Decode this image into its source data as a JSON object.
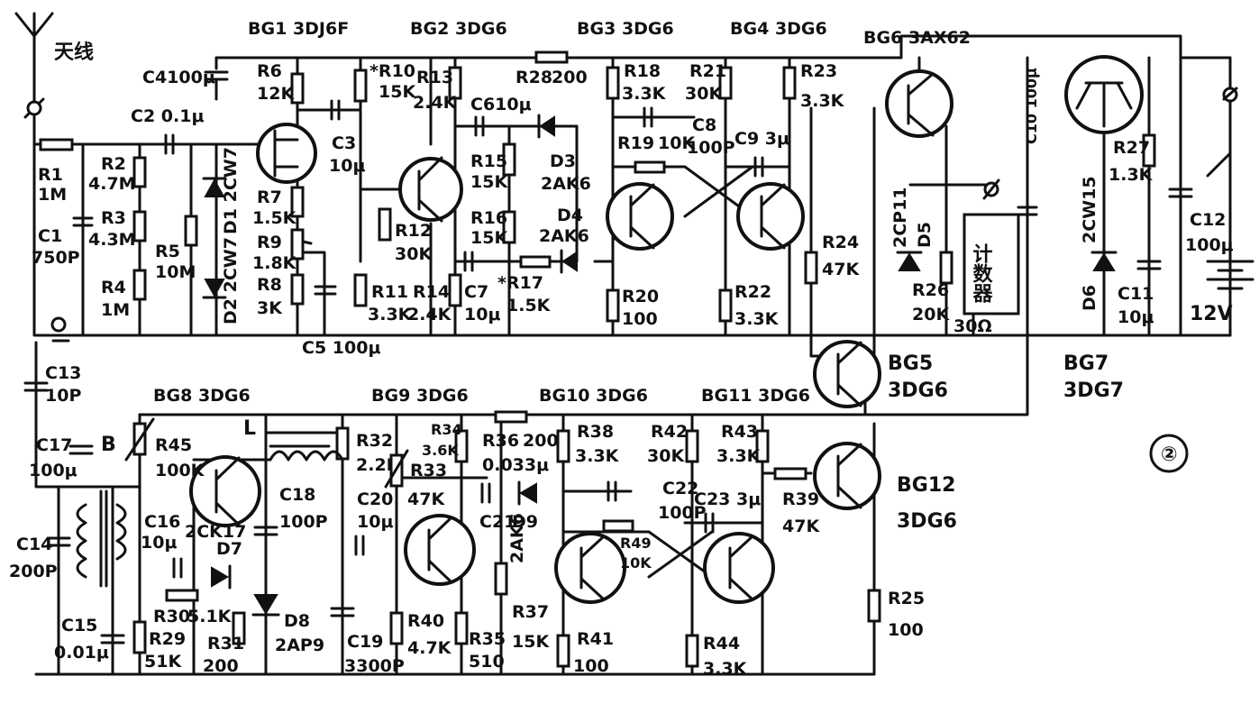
{
  "antenna": {
    "label": "天线"
  },
  "figure": {
    "number": "②"
  },
  "transistors": {
    "bg1": {
      "name": "BG1",
      "type": "3DJ6F"
    },
    "bg2": {
      "name": "BG2",
      "type": "3DG6"
    },
    "bg3": {
      "name": "BG3",
      "type": "3DG6"
    },
    "bg4": {
      "name": "BG4",
      "type": "3DG6"
    },
    "bg5": {
      "name": "BG5",
      "type": "3DG6"
    },
    "bg6": {
      "name": "BG6",
      "type": "3AX62"
    },
    "bg7": {
      "name": "BG7",
      "type": "3DG7"
    },
    "bg8": {
      "name": "BG8",
      "type": "3DG6"
    },
    "bg9": {
      "name": "BG9",
      "type": "3DG6"
    },
    "bg10": {
      "name": "BG10",
      "type": "3DG6"
    },
    "bg11": {
      "name": "BG11",
      "type": "3DG6"
    },
    "bg12": {
      "name": "BG12",
      "type": "3DG6"
    }
  },
  "resistors": {
    "r1": {
      "name": "R1",
      "value": "1M"
    },
    "r2": {
      "name": "R2",
      "value": "4.7M"
    },
    "r3": {
      "name": "R3",
      "value": "4.3M"
    },
    "r4": {
      "name": "R4",
      "value": "1M"
    },
    "r5": {
      "name": "R5",
      "value": "10M"
    },
    "r6": {
      "name": "R6",
      "value": "12K"
    },
    "r7": {
      "name": "R7",
      "value": "1.5K"
    },
    "r8": {
      "name": "R8",
      "value": "3K"
    },
    "r9": {
      "name": "R9",
      "value": "1.8K"
    },
    "r10": {
      "name": "*R10",
      "value": "15K"
    },
    "r11": {
      "name": "R11",
      "value": "3.3K"
    },
    "r12": {
      "name": "R12",
      "value": "30K"
    },
    "r13": {
      "name": "R13",
      "value": "2.4K"
    },
    "r14": {
      "name": "R14",
      "value": "2.4K"
    },
    "r15": {
      "name": "R15",
      "value": "15K"
    },
    "r16": {
      "name": "R16",
      "value": "15K"
    },
    "r17": {
      "name": "*R17",
      "value": "1.5K"
    },
    "r18": {
      "name": "R18",
      "value": "3.3K"
    },
    "r19": {
      "name": "R19",
      "value": "10K"
    },
    "r20": {
      "name": "R20",
      "value": "100"
    },
    "r21": {
      "name": "R21",
      "value": "30K"
    },
    "r22": {
      "name": "R22",
      "value": "3.3K"
    },
    "r23": {
      "name": "R23",
      "value": "3.3K"
    },
    "r24": {
      "name": "R24",
      "value": "47K"
    },
    "r25": {
      "name": "R25",
      "value": "100"
    },
    "r26": {
      "name": "R26",
      "value": "20K"
    },
    "r27": {
      "name": "R27",
      "value": "1.3K"
    },
    "r28": {
      "name": "R28",
      "value": "200"
    },
    "r29": {
      "name": "R29",
      "value": "51K"
    },
    "r30": {
      "name": "R30",
      "value": "5.1K"
    },
    "r31": {
      "name": "R31",
      "value": "200"
    },
    "r32": {
      "name": "R32",
      "value": "2.2K"
    },
    "r33": {
      "name": "R33",
      "value": "47K"
    },
    "r34": {
      "name": "R34",
      "value": "3.6K"
    },
    "r35": {
      "name": "R35",
      "value": "510"
    },
    "r36": {
      "name": "R36",
      "value": "200"
    },
    "r37": {
      "name": "R37",
      "value": "15K"
    },
    "r38": {
      "name": "R38",
      "value": "3.3K"
    },
    "r39": {
      "name": "R39",
      "value": "47K"
    },
    "r40": {
      "name": "R40",
      "value": "4.7K"
    },
    "r41": {
      "name": "R41",
      "value": "100"
    },
    "r42": {
      "name": "R42",
      "value": "30K"
    },
    "r43": {
      "name": "R43",
      "value": "3.3K"
    },
    "r44": {
      "name": "R44",
      "value": "3.3K"
    },
    "r45": {
      "name": "R45",
      "value": "100K"
    },
    "r49": {
      "name": "R49",
      "value": "10K"
    }
  },
  "capacitors": {
    "c1": {
      "name": "C1",
      "value": "750P"
    },
    "c2": {
      "name": "C2",
      "value": "0.1μ"
    },
    "c3": {
      "name": "C3",
      "value": "10μ"
    },
    "c4": {
      "name": "C4",
      "value": "100μ"
    },
    "c5": {
      "name": "C5",
      "value": "100μ"
    },
    "c6": {
      "name": "C6",
      "value": "10μ"
    },
    "c7": {
      "name": "C7",
      "value": "10μ"
    },
    "c8": {
      "name": "C8",
      "value": "100P"
    },
    "c9": {
      "name": "C9",
      "value": "3μ"
    },
    "c10": {
      "name": "C10",
      "value": "100μ"
    },
    "c11": {
      "name": "C11",
      "value": "10μ"
    },
    "c12": {
      "name": "C12",
      "value": "100μ"
    },
    "c13": {
      "name": "C13",
      "value": "10P"
    },
    "c14": {
      "name": "C14",
      "value": "200P"
    },
    "c15": {
      "name": "C15",
      "value": "0.01μ"
    },
    "c16": {
      "name": "C16",
      "value": "10μ"
    },
    "c17": {
      "name": "C17",
      "value": "100μ"
    },
    "c18": {
      "name": "C18",
      "value": "100P"
    },
    "c19": {
      "name": "C19",
      "value": "3300P"
    },
    "c20": {
      "name": "C20",
      "value": "10μ"
    },
    "c21": {
      "name": "C21",
      "value": "0.033μ"
    },
    "c22": {
      "name": "C22",
      "value": "100P"
    },
    "c23": {
      "name": "C23",
      "value": "3μ"
    }
  },
  "diodes": {
    "d1": {
      "name": "D1",
      "type": "2CW7"
    },
    "d2": {
      "name": "D2",
      "type": "2CW7"
    },
    "d3": {
      "name": "D3",
      "type": "2AK6"
    },
    "d4": {
      "name": "D4",
      "type": "2AK6"
    },
    "d5": {
      "name": "D5",
      "type": "2CP11"
    },
    "d6": {
      "name": "D6",
      "type": "2CW15"
    },
    "d7": {
      "name": "D7",
      "type": "2CK17"
    },
    "d8": {
      "name": "D8",
      "type": "2AP9"
    },
    "d9": {
      "name": "D9",
      "type": "2AK6"
    }
  },
  "misc": {
    "coil_l": "L",
    "transformer_b": "B",
    "counter_label": "计数器",
    "counter_value": "30Ω",
    "battery": "12V"
  }
}
